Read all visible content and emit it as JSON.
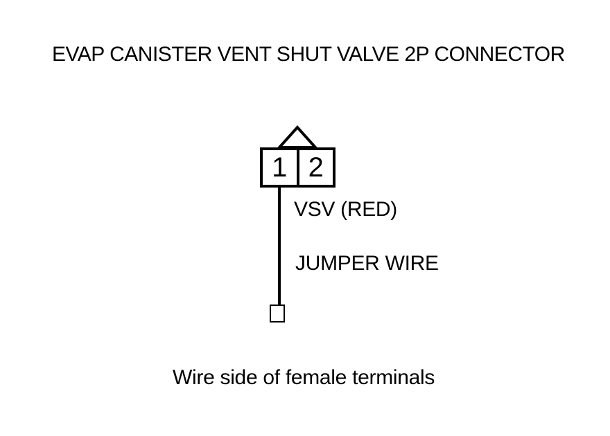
{
  "colors": {
    "ink": "#000000",
    "paper": "#ffffff"
  },
  "title": "EVAP CANISTER VENT SHUT VALVE 2P CONNECTOR",
  "connector": {
    "pins": [
      "1",
      "2"
    ],
    "wire_label": "VSV (RED)",
    "jumper_label": "JUMPER WIRE"
  },
  "caption": "Wire side of female terminals"
}
